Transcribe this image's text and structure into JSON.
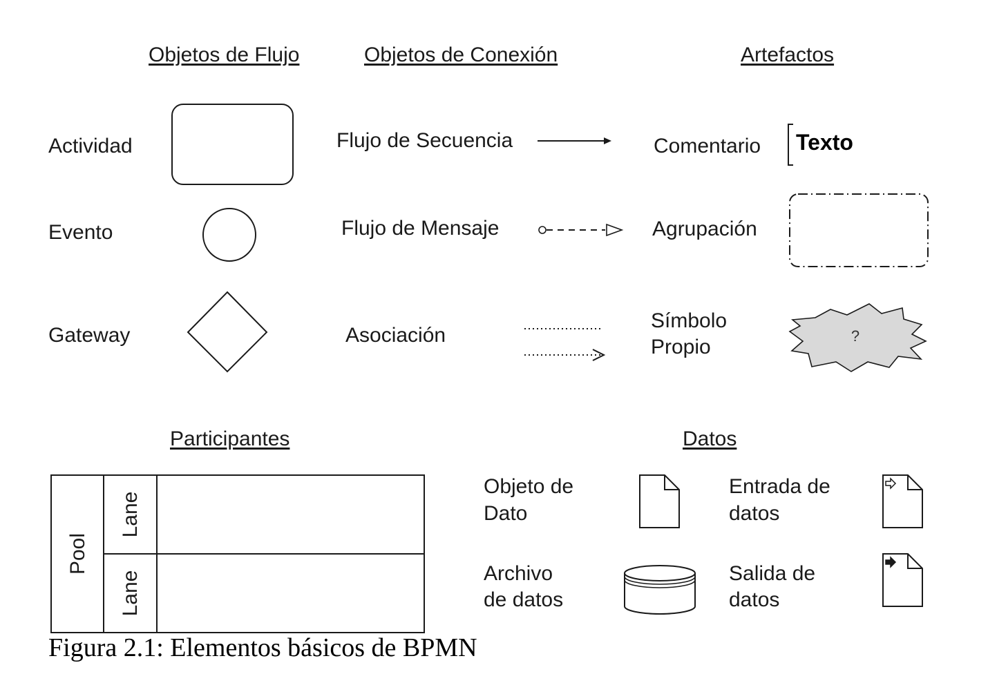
{
  "headers": {
    "flow_objects": "Objetos de Flujo",
    "connecting_objects": "Objetos de Conexión",
    "artifacts": "Artefactos",
    "participants": "Participantes",
    "data": "Datos"
  },
  "flow_objects": {
    "activity": "Actividad",
    "event": "Evento",
    "gateway": "Gateway"
  },
  "connecting_objects": {
    "sequence_flow": "Flujo de Secuencia",
    "message_flow": "Flujo de Mensaje",
    "association": "Asociación"
  },
  "artifacts": {
    "annotation": "Comentario",
    "annotation_text": "Texto",
    "group": "Agrupación",
    "custom_symbol_line1": "Símbolo",
    "custom_symbol_line2": "Propio",
    "custom_symbol_mark": "?"
  },
  "participants": {
    "pool": "Pool",
    "lane_top": "Lane",
    "lane_bottom": "Lane"
  },
  "data": {
    "data_object_line1": "Objeto de",
    "data_object_line2": "Dato",
    "data_input_line1": "Entrada de",
    "data_input_line2": "datos",
    "data_store_line1": "Archivo",
    "data_store_line2": "de datos",
    "data_output_line1": "Salida de",
    "data_output_line2": "datos"
  },
  "caption": "Figura 2.1: Elementos básicos de BPMN",
  "colors": {
    "stroke": "#1a1a1a",
    "custom_symbol_fill": "#d9d9d9"
  }
}
